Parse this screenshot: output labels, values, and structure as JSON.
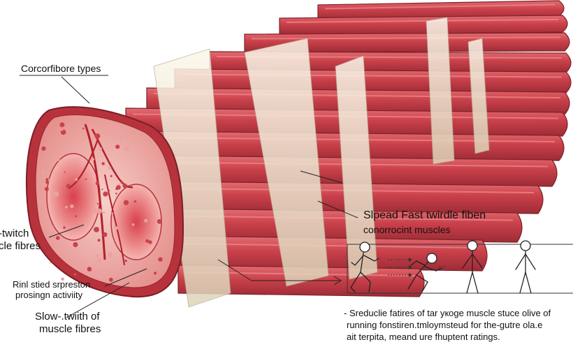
{
  "labels": {
    "fibre_types": "Corcorfibore types",
    "twitch": [
      "-twitch",
      "cle fibres"
    ],
    "rinl": [
      "Rinl stied srpreston",
      "prosingn activiity"
    ],
    "slow": [
      "Slow-.twiith of",
      "muscle fibres"
    ],
    "speed": [
      "Slpeаd Fast twirdle  fiben",
      "conorrocint muscles"
    ]
  },
  "description": [
    "- Sreduclie fatires of  tar yкoge muscle stuce olive of",
    "running fonstiren.tmloymsteud for the-gutre ola.e",
    "ait terpita, meаnd  ure fhuptent ratings."
  ],
  "icons": [
    "running-figure-icon",
    "sprinting-figure-icon",
    "standing-figure-icon",
    "standing-figure-icon"
  ],
  "colors": {
    "muscle_red": "#c9404a",
    "muscle_dark": "#a42e38",
    "muscle_light": "#e06a70",
    "fascia_cream": "#f2ecd8",
    "cross_section_pink": "#f2b8b4"
  }
}
